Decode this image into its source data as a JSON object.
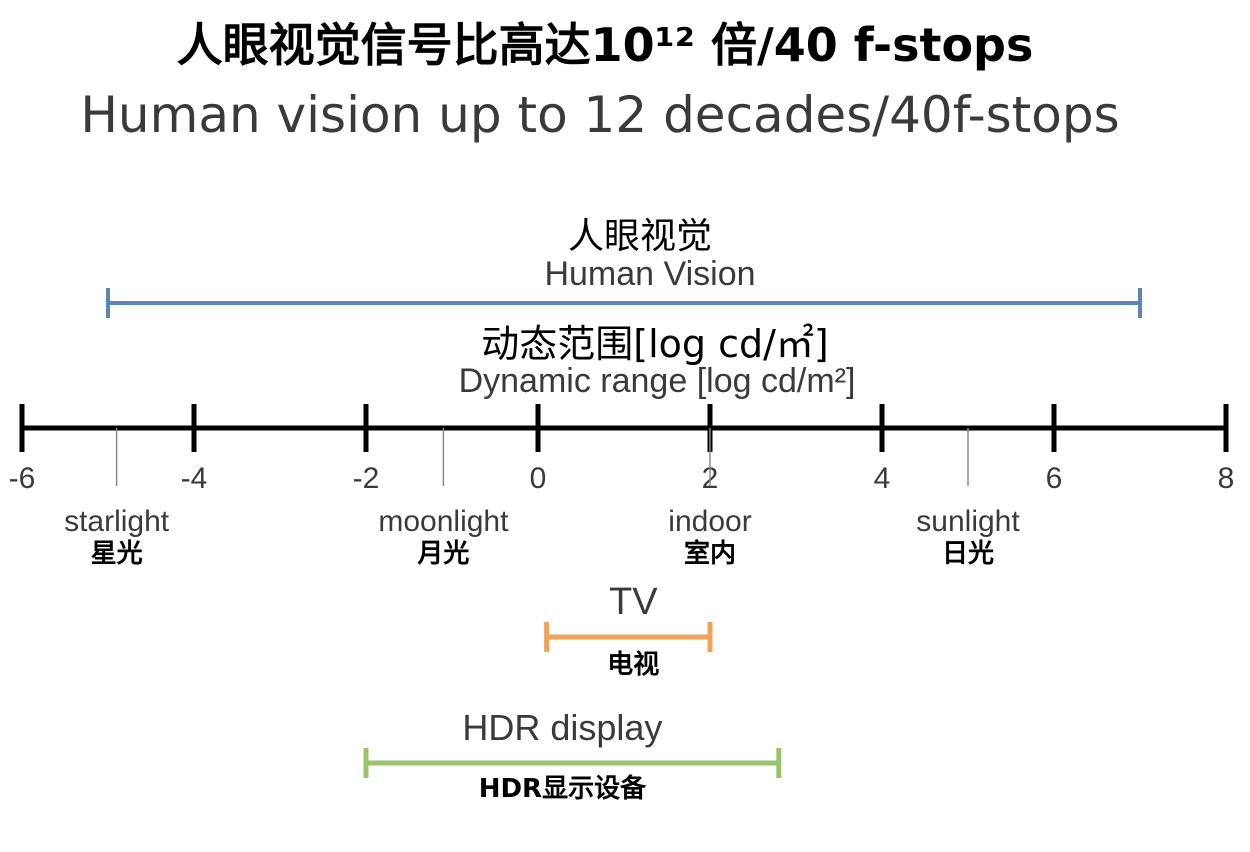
{
  "title_cn": "人眼视觉信号比高达10¹² 倍/40 f-stops",
  "title_en": "Human vision up to 12 decades/40f-stops",
  "axis": {
    "label_cn": "动态范围[log cd/㎡]",
    "label_en": "Dynamic range [log cd/m²]",
    "min": -6,
    "max": 8,
    "major_ticks": [
      -6,
      -4,
      -2,
      0,
      2,
      4,
      6,
      8
    ],
    "major_tick_labels": [
      "-6",
      "-4",
      "-2",
      "0",
      "2",
      "4",
      "6",
      "8"
    ]
  },
  "references": [
    {
      "value": -4.9,
      "label_en": "starlight",
      "label_cn": "星光"
    },
    {
      "value": -1.1,
      "label_en": "moonlight",
      "label_cn": "月光"
    },
    {
      "value": 2.0,
      "label_en": "indoor",
      "label_cn": "室内"
    },
    {
      "value": 5.0,
      "label_en": "sunlight",
      "label_cn": "日光"
    }
  ],
  "ranges": [
    {
      "key": "human-vision",
      "label_cn": "人眼视觉",
      "label_en": "Human Vision",
      "start": -5,
      "end": 7,
      "color": "#5b87b6"
    },
    {
      "key": "tv",
      "label_cn": "电视",
      "label_en": "TV",
      "start": 0.1,
      "end": 2.0,
      "color": "#f0a25c"
    },
    {
      "key": "hdr-display",
      "label_cn": "HDR显示设备",
      "label_en": "HDR display",
      "start": -2,
      "end": 2.8,
      "color": "#98c46c"
    }
  ]
}
